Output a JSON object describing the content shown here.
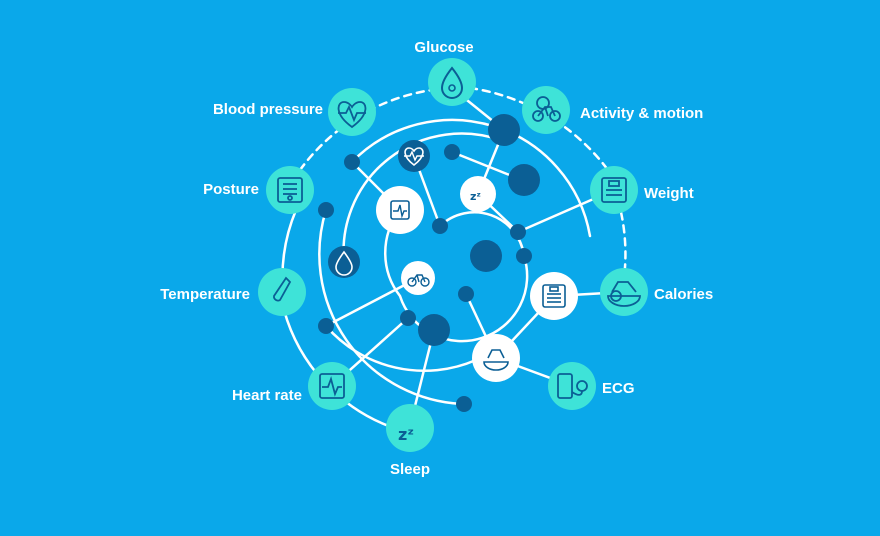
{
  "colors": {
    "background": "#0aa8ea",
    "outer_node": "#3ee3d8",
    "inner_white": "#ffffff",
    "dark_node": "#0b5f95",
    "line": "#ffffff",
    "icon_dark": "#0b5f95"
  },
  "metrics": [
    {
      "id": "glucose",
      "label": "Glucose",
      "icon": "glucose-drop-icon"
    },
    {
      "id": "activity",
      "label": "Activity & motion",
      "icon": "bicycle-icon"
    },
    {
      "id": "weight",
      "label": "Weight",
      "icon": "scale-icon"
    },
    {
      "id": "calories",
      "label": "Calories",
      "icon": "food-icon"
    },
    {
      "id": "ecg",
      "label": "ECG",
      "icon": "ecg-monitor-icon"
    },
    {
      "id": "sleep",
      "label": "Sleep",
      "icon": "sleep-zzz-icon"
    },
    {
      "id": "heart_rate",
      "label": "Heart rate",
      "icon": "heart-rate-monitor-icon"
    },
    {
      "id": "temperature",
      "label": "Temperature",
      "icon": "thermometer-icon"
    },
    {
      "id": "posture",
      "label": "Posture",
      "icon": "posture-icon"
    },
    {
      "id": "blood_pressure",
      "label": "Blood pressure",
      "icon": "heart-pulse-icon"
    }
  ],
  "inner_icons": [
    "heart-pulse-icon",
    "ecg-monitor-icon",
    "sleep-zzz-icon",
    "bicycle-icon",
    "glucose-drop-icon",
    "scale-icon",
    "food-icon"
  ]
}
